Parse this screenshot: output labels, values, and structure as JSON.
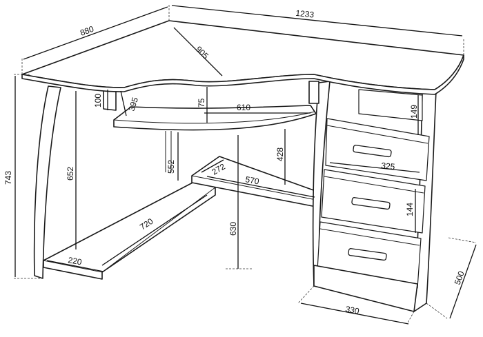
{
  "dimensions": {
    "depth_total": "880",
    "width_total": "1233",
    "diagonal_top": "905",
    "height_total": "743",
    "under_top_gap": "100",
    "keyboard_depth": "395",
    "keyboard_offset": "75",
    "keyboard_width": "610",
    "leg_height": "652",
    "shelf_gap": "428",
    "stand_height": "552",
    "footrest_depth": "272",
    "footrest_width": "570",
    "drawer_top": "149",
    "drawer_width": "325",
    "drawer_height": "144",
    "base_width": "720",
    "base_depth": "220",
    "knee_height": "630",
    "pedestal_width": "330",
    "pedestal_depth": "500"
  }
}
